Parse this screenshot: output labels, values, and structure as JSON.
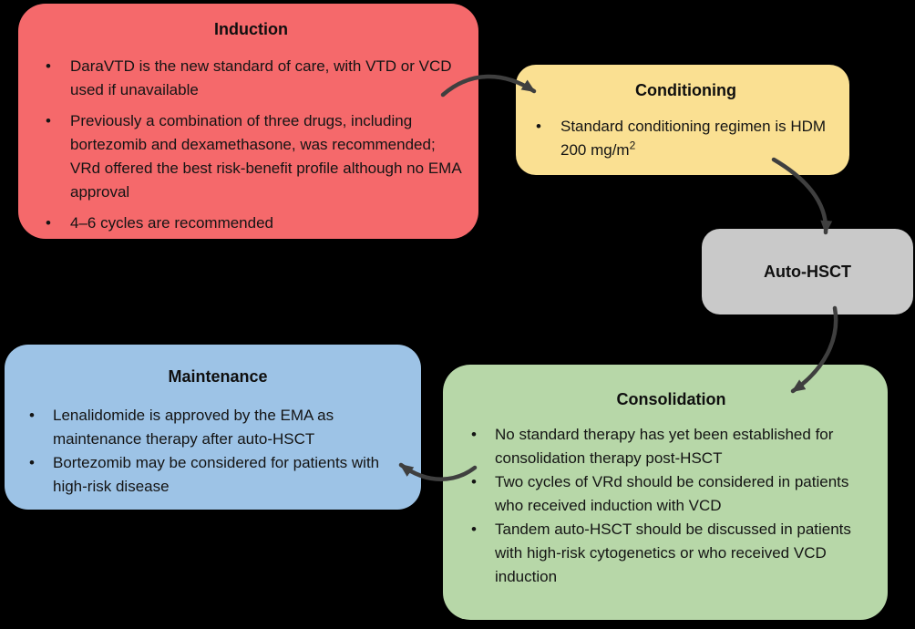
{
  "canvas": {
    "background": "#000000"
  },
  "arrows": {
    "color": "#3F3F3F"
  },
  "boxes": {
    "induction": {
      "title": "Induction",
      "color": "#F5696B",
      "bullets": [
        "DaraVTD is the new standard of care, with VTD or VCD used if unavailable",
        "Previously a combination of three drugs, including bortezomib and dexamethasone, was recommended; VRd offered the best risk-benefit profile although no EMA approval",
        "4–6 cycles are recommended"
      ]
    },
    "conditioning": {
      "title": "Conditioning",
      "color": "#FAE092",
      "bullet_text": "Standard conditioning regimen is HDM 200 mg/m",
      "bullet_sup": "2"
    },
    "auto_hsct": {
      "title": "Auto-HSCT",
      "color": "#C9C9C9"
    },
    "consolidation": {
      "title": "Consolidation",
      "color": "#B7D7A8",
      "bullets": [
        "No standard therapy has yet been established for consolidation therapy post-HSCT",
        "Two cycles of VRd should be considered in patients who received induction with VCD",
        "Tandem auto-HSCT should be discussed in patients with high-risk cytogenetics or who received VCD induction"
      ]
    },
    "maintenance": {
      "title": "Maintenance",
      "color": "#9DC3E6",
      "bullets": [
        "Lenalidomide is approved by the EMA as maintenance therapy after auto-HSCT",
        "Bortezomib may be considered for patients with high-risk disease"
      ]
    }
  }
}
